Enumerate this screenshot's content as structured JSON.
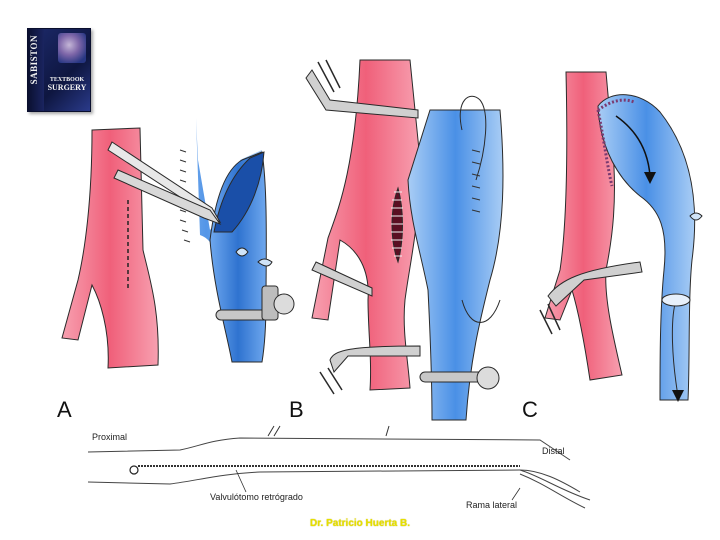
{
  "book": {
    "spine_text": "SABISTON",
    "title_line1": "TEXTBOOK",
    "title_line2": "SURGERY"
  },
  "panels": {
    "a_label": "A",
    "b_label": "B",
    "c_label": "C"
  },
  "schematic": {
    "proximal_label": "Proximal",
    "distal_label": "Distal",
    "valvulotome_label": "Valvulótomo retrógrado",
    "branch_label": "Rama lateral"
  },
  "credit": "Dr. Patricio Huerta B.",
  "colors": {
    "artery": "#f0607a",
    "artery_light": "#f7a0b0",
    "vein": "#4a90e6",
    "vein_light": "#a9cdf5",
    "clamp": "#b8b8b8",
    "outline": "#2a2a2a",
    "credit": "#e6e000"
  },
  "icons": [
    "book-cover-icon",
    "vascular-clamp-icon",
    "forceps-icon",
    "ligature-clip-icon"
  ]
}
